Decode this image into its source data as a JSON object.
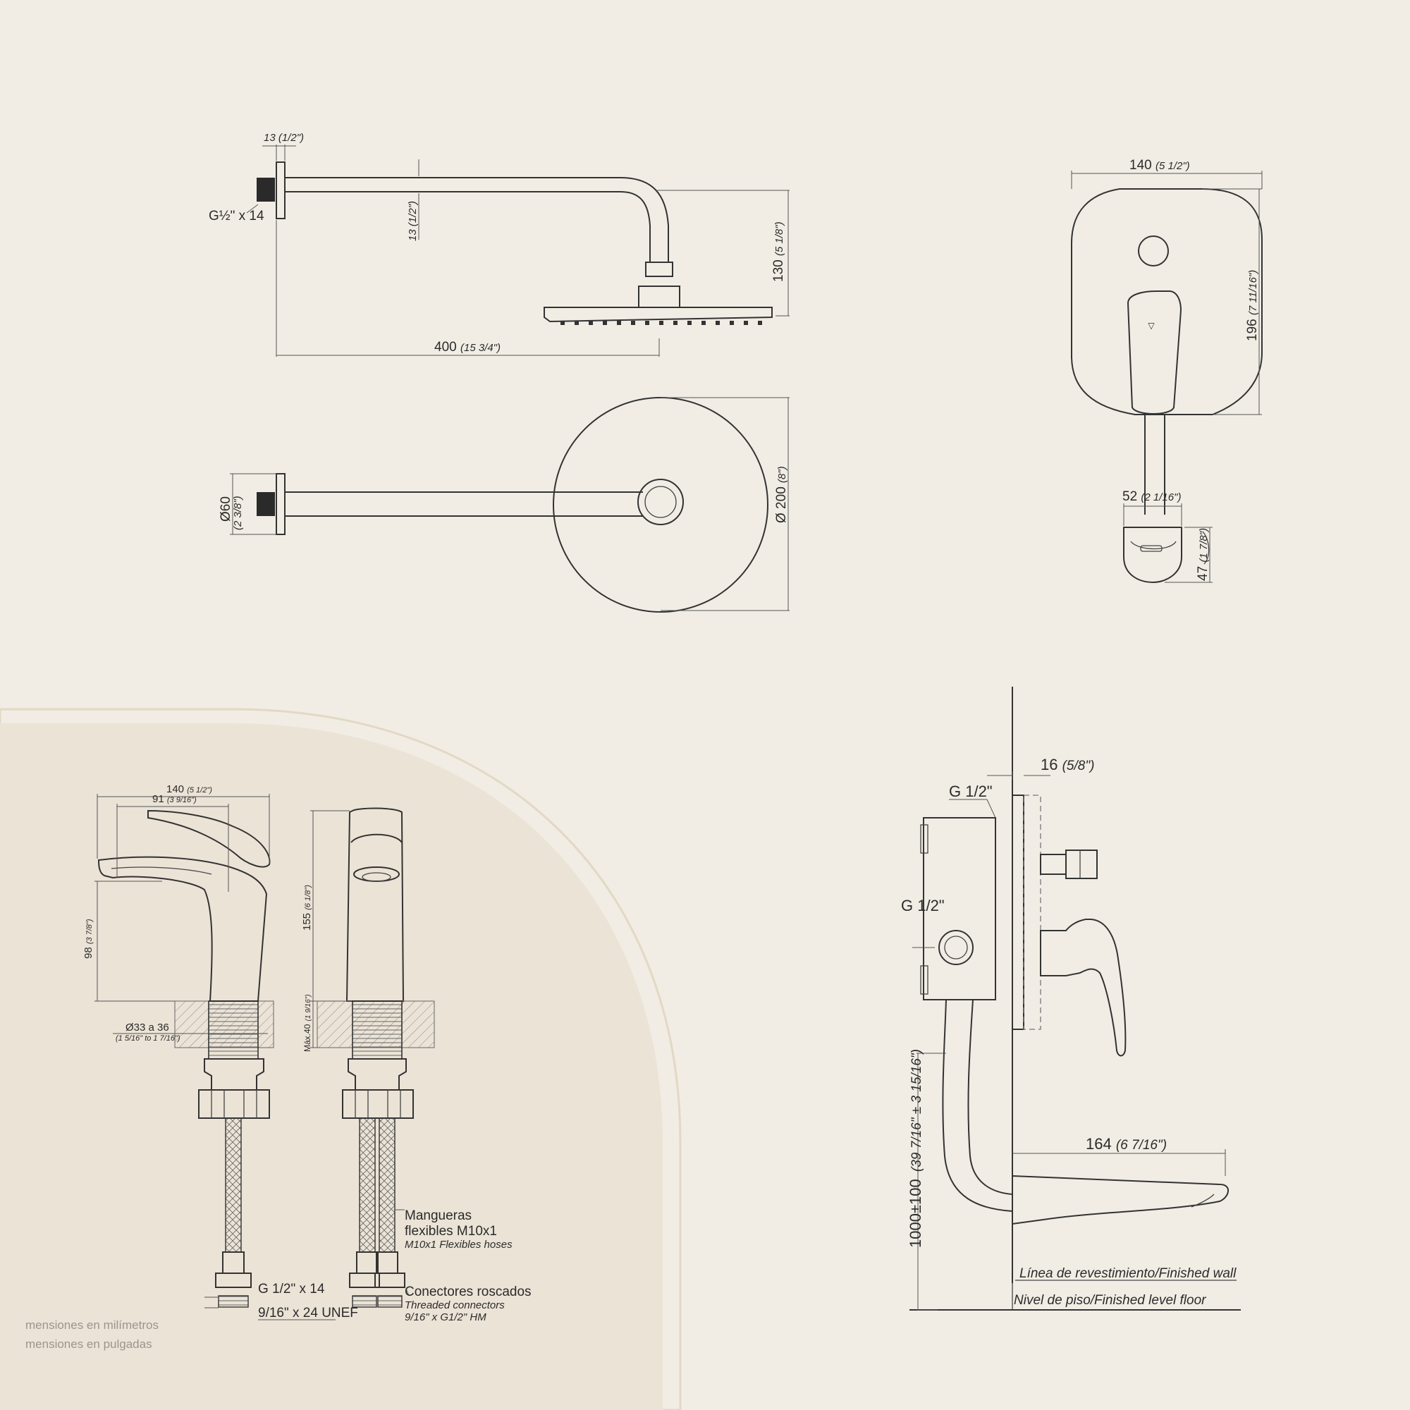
{
  "shower_head": {
    "flange_thickness": "13 (1/2\")",
    "thread": "G½\" x 14",
    "arm_diameter": "13 (1/2\")",
    "height": "130",
    "height_in": "(5 1/8\")",
    "length": "400",
    "length_in": "(15 3/4\")",
    "flange_diameter": "Ø60",
    "flange_diameter_in": "(2 3/8\")",
    "head_diameter": "Ø 200",
    "head_diameter_in": "(8\")"
  },
  "diverter_plate": {
    "width": "140",
    "width_in": "(5 1/2\")",
    "height": "196",
    "height_in": "(7 11/16\")",
    "spout_width": "52",
    "spout_width_in": "(2 1/16\")",
    "spout_depth": "47",
    "spout_depth_in": "(1 7/8\")"
  },
  "basin_faucet": {
    "overall_reach": "140",
    "overall_reach_in": "(5 1/2\")",
    "spout_reach": "91",
    "spout_reach_in": "(3 9/16\")",
    "spout_height": "98",
    "spout_height_in": "(3 7/8\")",
    "hole_diameter": "Ø33 a 36",
    "hole_diameter_in": "(1 5/16\" to 1 7/16\")",
    "total_height": "155",
    "total_height_in": "(6 1/8\")",
    "max_deck": "Máx.40",
    "max_deck_in": "(1 9/16\")",
    "hose_label_es_1": "Mangueras",
    "hose_label_es_2": "flexibles M10x1",
    "hose_label_en": "M10x1 Flexibles hoses",
    "thread": "G 1/2\" x 14",
    "unef": "9/16\" x 24 UNEF",
    "connector_es": "Conectores roscados",
    "connector_en": "Threaded connectors",
    "connector_size": "9/16\" x G1/2\"  HM"
  },
  "wall_install": {
    "wall_offset": "16",
    "wall_offset_in": "(5/8\")",
    "inlet_top": "G 1/2\"",
    "inlet_side": "G 1/2\"",
    "spout_reach": "164",
    "spout_reach_in": "(6 7/16\")",
    "mount_height": "1000±100",
    "mount_height_in": "(39 7/16\" ± 3 15/16\")",
    "finished_wall": "Línea de revestimiento/Finished wall",
    "floor_level": "Nivel de piso/Finished level floor"
  },
  "legend": {
    "mm": "mensiones en milímetros",
    "in": "mensiones en pulgadas"
  }
}
